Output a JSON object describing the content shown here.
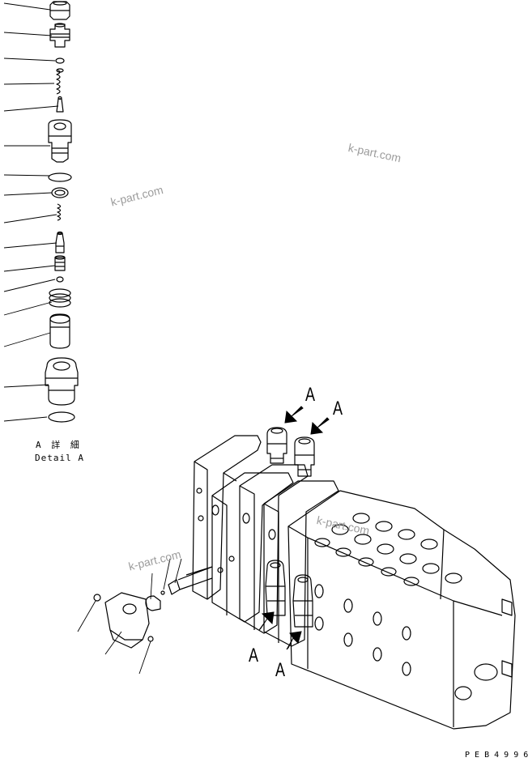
{
  "detail_caption": {
    "jp": "A 詳 細",
    "en": "Detail A"
  },
  "view_markers": [
    "A",
    "A",
    "A",
    "A"
  ],
  "drawing_number": "P E B 4 9 9 6",
  "watermarks": [
    "k-part.com",
    "k-part.com",
    "k-part.com",
    "k-part.com"
  ],
  "colors": {
    "ink": "#000000",
    "watermark": "#9c9c9c",
    "paper": "#ffffff"
  }
}
